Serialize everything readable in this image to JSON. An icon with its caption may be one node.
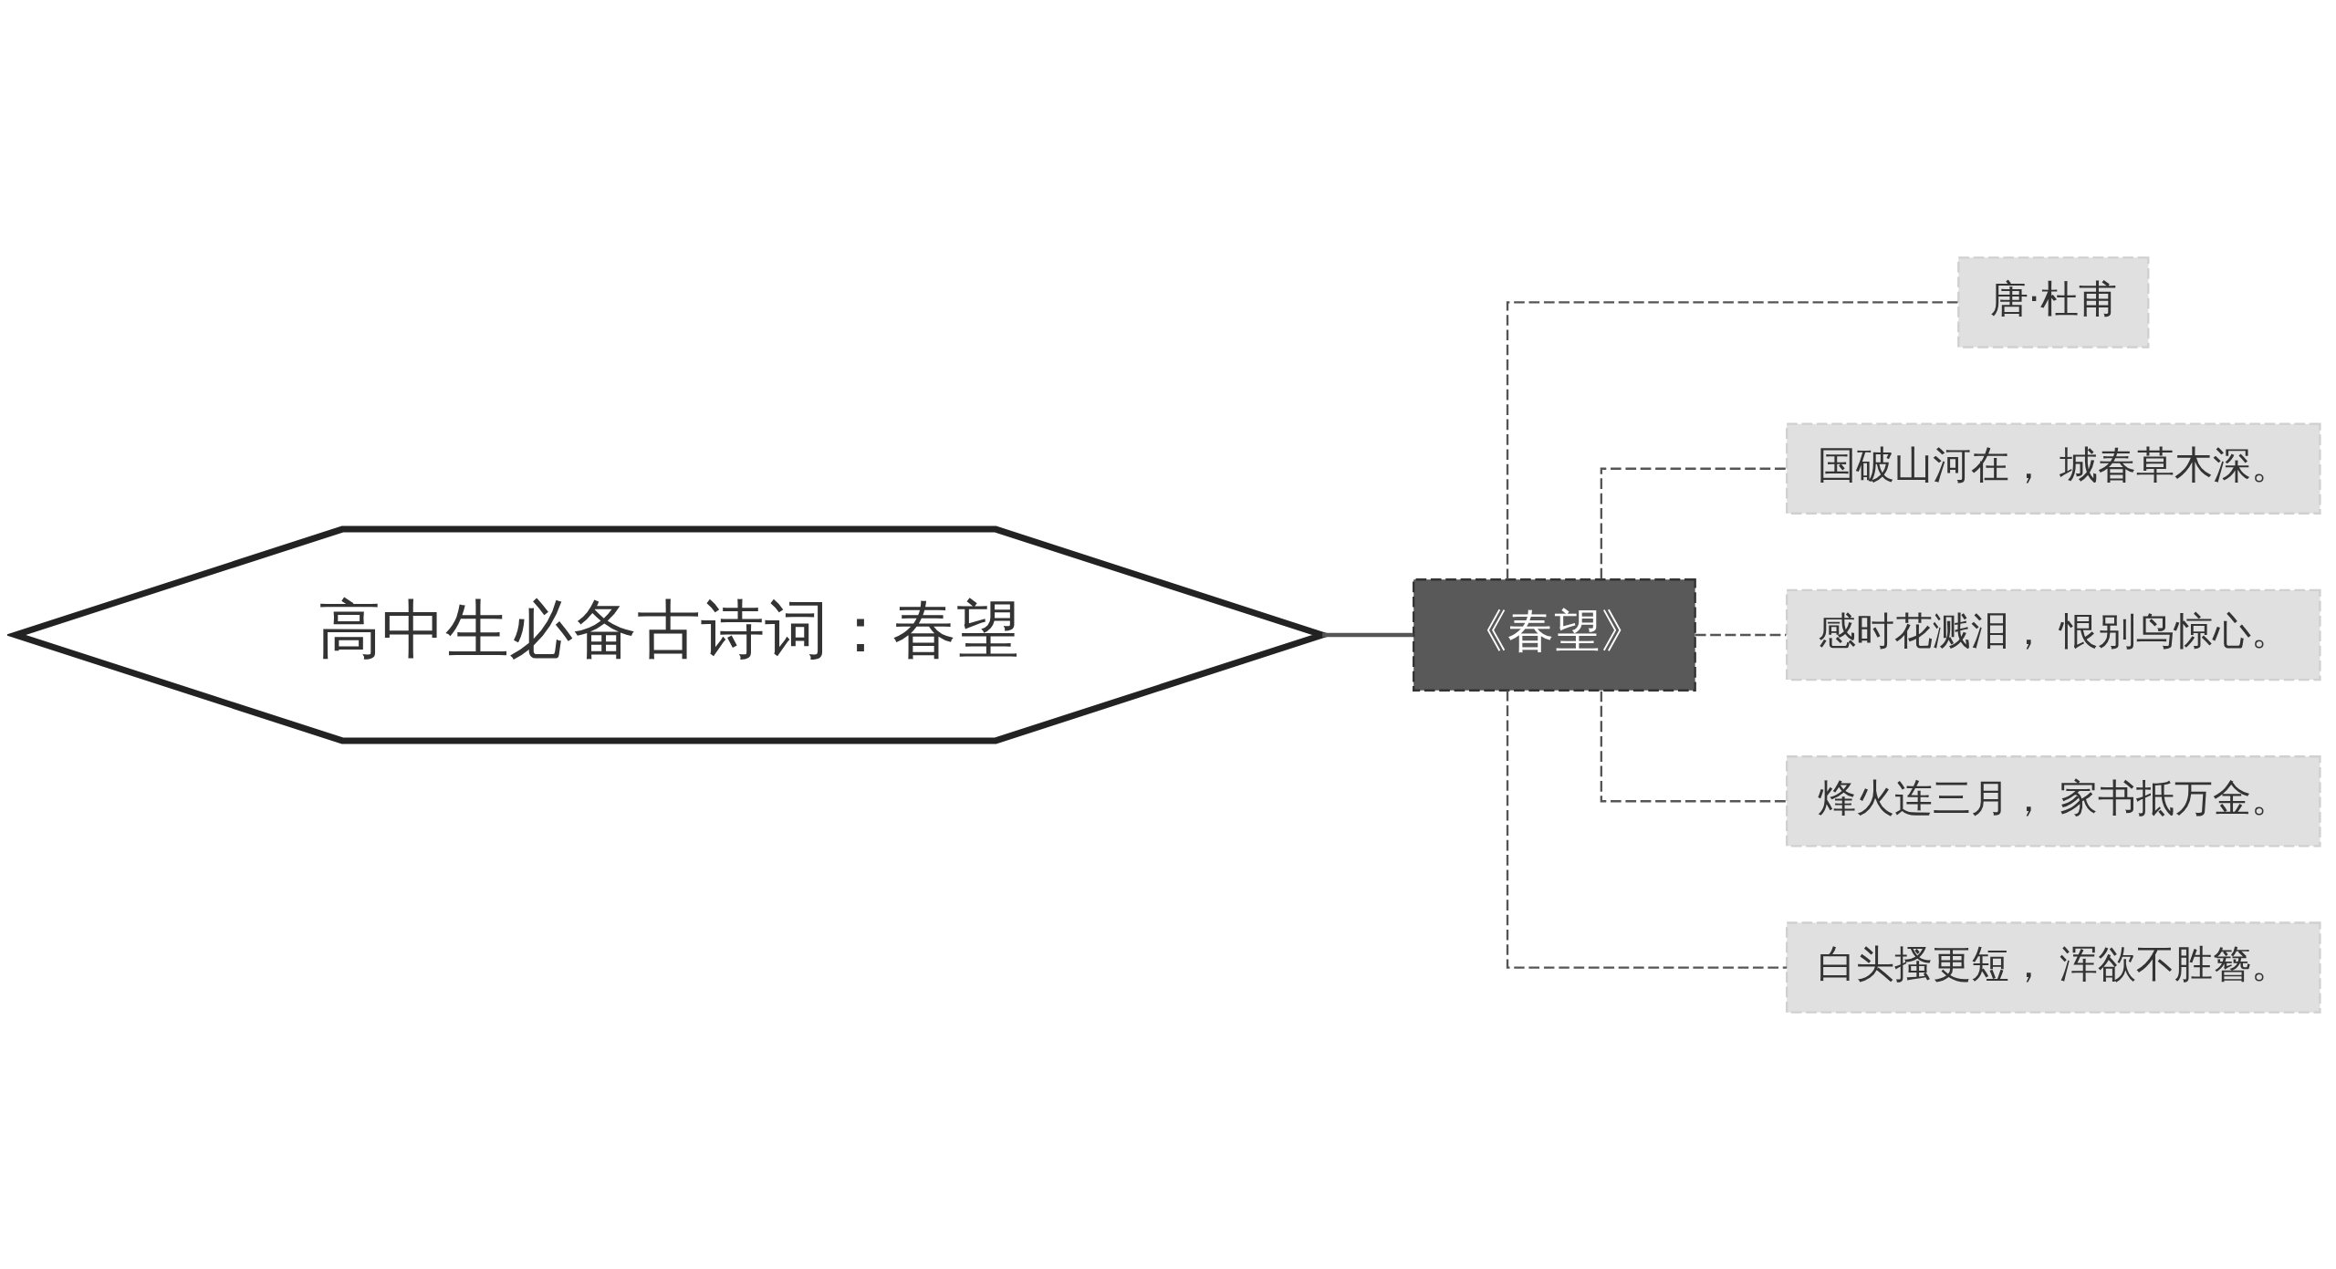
{
  "diagram": {
    "nodes": [
      {
        "text": [
          "高中生必备古诗词：春望"
        ]
      },
      {
        "text": [
          "《春望》"
        ]
      },
      {
        "text": [
          "唐·杜甫"
        ]
      },
      {
        "text": [
          "国破山河在， 城春草木深。"
        ]
      },
      {
        "text": [
          "感时花溅泪， 恨别鸟惊心。"
        ]
      },
      {
        "text": [
          "烽火连三月， 家书抵万金。"
        ]
      },
      {
        "text": [
          "白头搔更短， 浑欲不胜簪。"
        ]
      }
    ],
    "edges": [
      {
        "from": 0,
        "to": 1,
        "arrow": "none"
      },
      {
        "from": 1,
        "to": 2,
        "arrow": "none",
        "style": "dashed"
      },
      {
        "from": 1,
        "to": 3,
        "arrow": "none",
        "style": "dashed"
      },
      {
        "from": 1,
        "to": 4,
        "arrow": "none",
        "style": "dashed"
      },
      {
        "from": 1,
        "to": 5,
        "arrow": "none",
        "style": "dashed"
      },
      {
        "from": 1,
        "to": 6,
        "arrow": "none",
        "style": "dashed"
      }
    ]
  }
}
